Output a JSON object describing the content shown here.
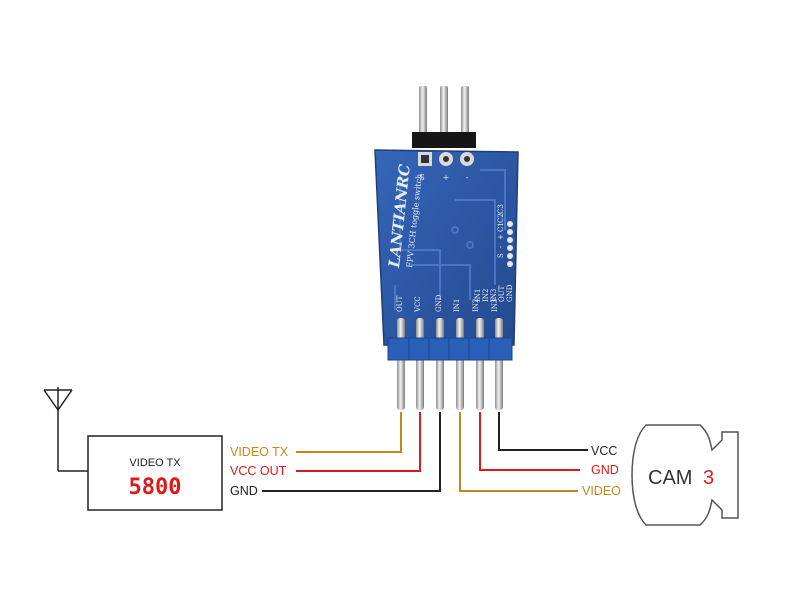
{
  "board": {
    "brand": "LANTIANRC",
    "subtitle": "FPV 3CH toggle switch",
    "ctrl_pins": [
      "S",
      "+",
      "-"
    ],
    "side_pins": [
      "S",
      "-",
      "+",
      "C1",
      "C2",
      "C3"
    ],
    "right_pins": [
      "GND",
      "OUT",
      "IN3",
      "IN2",
      "IN1"
    ],
    "bottom_pins": [
      "OUT",
      "VCC",
      "GND",
      "IN1",
      "IN2",
      "IN3"
    ]
  },
  "video_tx": {
    "title": "VIDEO TX",
    "display": "5800"
  },
  "tx_wires": [
    {
      "label": "VIDEO TX",
      "color": "#c8861a"
    },
    {
      "label": "VCC OUT",
      "color": "#e01818"
    },
    {
      "label": "GND",
      "color": "#222222"
    }
  ],
  "cam_wires": [
    {
      "label": "VCC",
      "color": "#222222"
    },
    {
      "label": "GND",
      "color": "#e01818"
    },
    {
      "label": "VIDEO",
      "color": "#c8861a"
    }
  ],
  "camera": {
    "label": "CAM",
    "number": "3",
    "number_color": "#d42020"
  },
  "colors": {
    "pcb": "#2b57a6",
    "pin_header": "#2a5fb8",
    "pin_metal": "#c9c9c9"
  }
}
